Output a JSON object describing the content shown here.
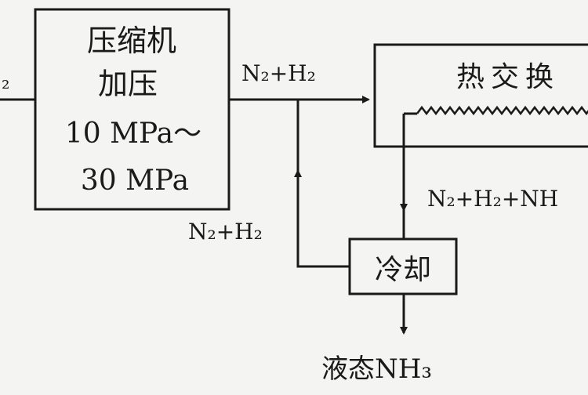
{
  "compressor": {
    "line1": "压缩机",
    "line2": "加压",
    "line3": "10 MPa～",
    "line4": "30 MPa"
  },
  "heat_exchanger": {
    "label": "热交换"
  },
  "cooler": {
    "label": "冷却"
  },
  "flows": {
    "inlet_partial": "₂",
    "compressed": "N₂+H₂",
    "recycle": "N₂+H₂",
    "mixed": "N₂+H₂+NH",
    "product": "液态NH₃"
  }
}
